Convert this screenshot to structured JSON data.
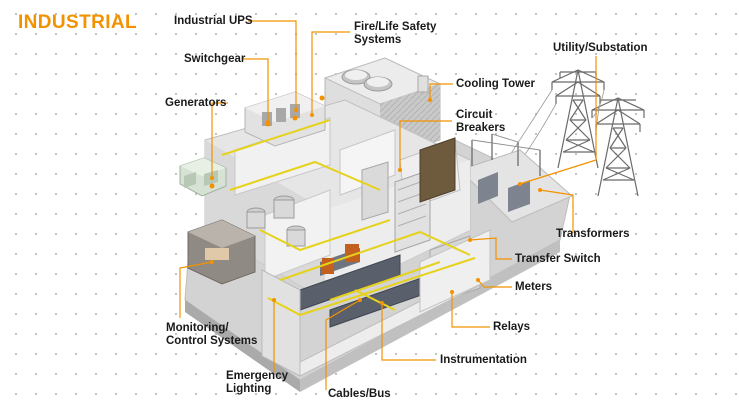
{
  "title": "INDUSTRIAL",
  "colors": {
    "accent": "#f29200",
    "leader": "#f29200",
    "label_text": "#1a1a1a",
    "building_wall": "#dcdcdc",
    "floor": "#e9e9e9",
    "cable_yellow": "#e6d21a",
    "equipment_dark": "#555a62"
  },
  "labels": [
    {
      "id": "industrial-ups",
      "text": "Industrial UPS"
    },
    {
      "id": "fire-life-safety",
      "text": "Fire/Life Safety\nSystems"
    },
    {
      "id": "switchgear",
      "text": "Switchgear"
    },
    {
      "id": "generators",
      "text": "Generators"
    },
    {
      "id": "cooling-tower",
      "text": "Cooling Tower"
    },
    {
      "id": "utility-substation",
      "text": "Utility/Substation"
    },
    {
      "id": "circuit-breakers",
      "text": "Circuit\nBreakers"
    },
    {
      "id": "transformers",
      "text": "Transformers"
    },
    {
      "id": "transfer-switch",
      "text": "Transfer Switch"
    },
    {
      "id": "meters",
      "text": "Meters"
    },
    {
      "id": "relays",
      "text": "Relays"
    },
    {
      "id": "instrumentation",
      "text": "Instrumentation"
    },
    {
      "id": "monitoring-control",
      "text": "Monitoring/\nControl Systems"
    },
    {
      "id": "emergency-lighting",
      "text": "Emergency\nLighting"
    },
    {
      "id": "cables-bus",
      "text": "Cables/Bus"
    }
  ]
}
